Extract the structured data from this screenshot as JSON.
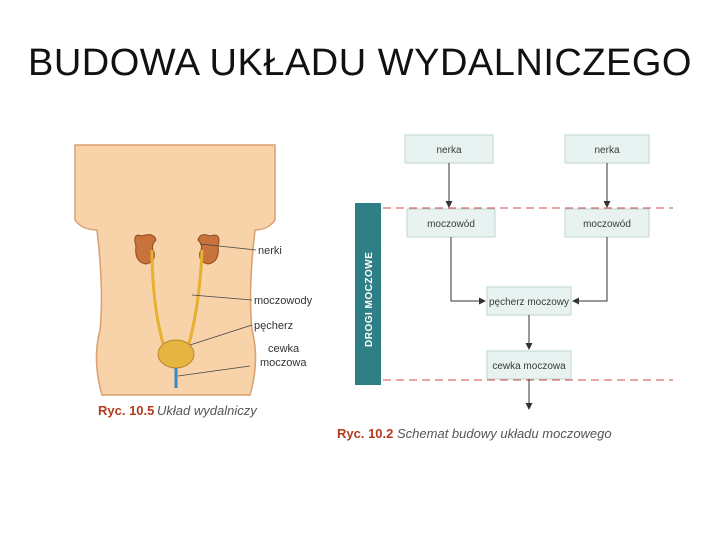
{
  "title": "BUDOWA UKŁADU WYDALNICZEGO",
  "anatomy": {
    "labels": {
      "nerki": "nerki",
      "moczowody": "moczowody",
      "pecherz": "pęcherz",
      "cewka1": "cewka",
      "cewka2": "moczowa"
    },
    "caption_num": "Ryc. 10.5",
    "caption_text": "Układ wydalniczy"
  },
  "schema": {
    "side_label": "DROGI MOCZOWE",
    "nerka_left": "nerka",
    "nerka_right": "nerka",
    "moczowod_left": "moczowód",
    "moczowod_right": "moczowód",
    "pecherz": "pęcherz moczowy",
    "cewka": "cewka moczowa",
    "caption_num": "Ryc. 10.2",
    "caption_text": "Schemat budowy układu moczowego"
  },
  "colors": {
    "skin": "#f8d2a8",
    "kidney": "#c8733c",
    "box_fill": "#e8f2f0",
    "side_bar": "#2f7f86",
    "dashed_line": "#d24b4b",
    "caption_red": "#b43c1e"
  }
}
